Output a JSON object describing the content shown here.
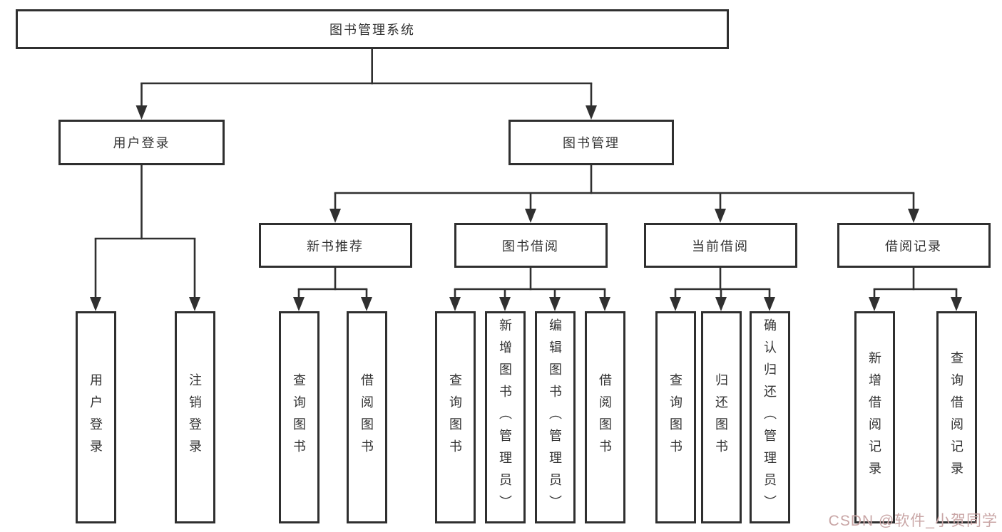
{
  "diagram": {
    "root": {
      "label": "图书管理系统"
    },
    "level1": [
      {
        "label": "用户登录"
      },
      {
        "label": "图书管理"
      }
    ],
    "level2": [
      {
        "label": "新书推荐"
      },
      {
        "label": "图书借阅"
      },
      {
        "label": "当前借阅"
      },
      {
        "label": "借阅记录"
      }
    ],
    "leafGroups": [
      {
        "parent": "用户登录",
        "items": [
          "用户登录",
          "注销登录"
        ]
      },
      {
        "parent": "新书推荐",
        "items": [
          "查询图书",
          "借阅图书"
        ]
      },
      {
        "parent": "图书借阅",
        "items": [
          "查询图书",
          "新增图书（管理员）",
          "编辑图书（管理员）",
          "借阅图书"
        ]
      },
      {
        "parent": "当前借阅",
        "items": [
          "查询图书",
          "归还图书",
          "确认归还（管理员）"
        ]
      },
      {
        "parent": "借阅记录",
        "items": [
          "新增借阅记录",
          "查询借阅记录"
        ]
      }
    ]
  },
  "watermark": {
    "text": "CSDN @软件_小贺同学"
  },
  "colors": {
    "line": "#303030",
    "border": "#2f2f2f",
    "text": "#333333",
    "background": "#ffffff",
    "watermark": "#c9a6a6"
  }
}
